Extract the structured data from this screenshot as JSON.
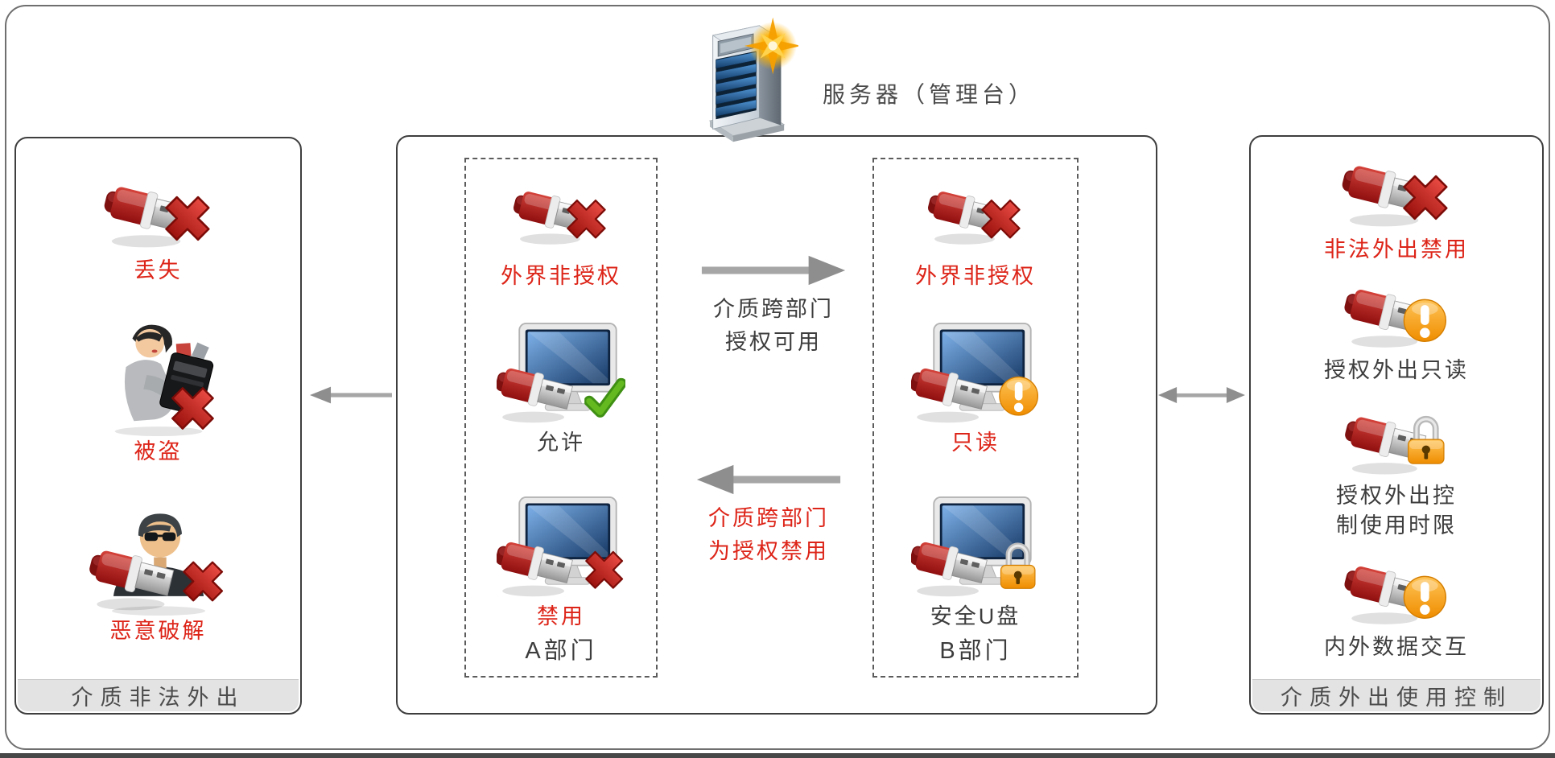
{
  "server": {
    "icon": "server-icon",
    "label": "服务器（管理台）"
  },
  "left_panel": {
    "items": [
      {
        "icon": "usb-blocked-icon",
        "label": "丢失",
        "status_color": "red"
      },
      {
        "icon": "media-stolen-person-icon",
        "label": "被盗",
        "status_color": "red"
      },
      {
        "icon": "hacker-crack-icon",
        "label": "恶意破解",
        "status_color": "red"
      }
    ],
    "footer": "介质非法外出"
  },
  "center_panel": {
    "dept_a": {
      "title": "A部门",
      "items": [
        {
          "icon": "usb-blocked-icon",
          "label": "外界非授权",
          "status_color": "red"
        },
        {
          "icon": "pc-usb-allowed-icon",
          "label": "允许",
          "status_color": "dark"
        },
        {
          "icon": "pc-usb-disabled-icon",
          "label": "禁用",
          "status_color": "red"
        }
      ]
    },
    "dept_b": {
      "title": "B部门",
      "items": [
        {
          "icon": "usb-blocked-icon",
          "label": "外界非授权",
          "status_color": "red"
        },
        {
          "icon": "pc-usb-readonly-icon",
          "label": "只读",
          "status_color": "red"
        },
        {
          "icon": "pc-usb-secure-icon",
          "label": "安全U盘",
          "status_color": "dark"
        }
      ]
    },
    "flow_top": {
      "direction": "right",
      "line1": "介质跨部门",
      "line2": "授权可用",
      "status_color": "dark"
    },
    "flow_bottom": {
      "direction": "left",
      "line1": "介质跨部门",
      "line2": "为授权禁用",
      "status_color": "red"
    }
  },
  "right_panel": {
    "items": [
      {
        "icon": "usb-blocked-icon",
        "label": "非法外出禁用",
        "status_color": "red"
      },
      {
        "icon": "usb-warning-icon",
        "label": "授权外出只读",
        "status_color": "dark"
      },
      {
        "icon": "usb-locked-icon",
        "label_line1": "授权外出控",
        "label_line2": "制使用时限",
        "status_color": "dark"
      },
      {
        "icon": "usb-warning-icon",
        "label": "内外数据交互",
        "status_color": "dark"
      }
    ],
    "footer": "介质外出使用控制"
  },
  "colors": {
    "alert_red": "#dd2418",
    "text_dark": "#3d3d3d",
    "arrow_gray": "#a6a6a6",
    "footer_bg": "#e3e3e3",
    "badge_orange": "#f59f00",
    "check_green": "#63b91f"
  }
}
